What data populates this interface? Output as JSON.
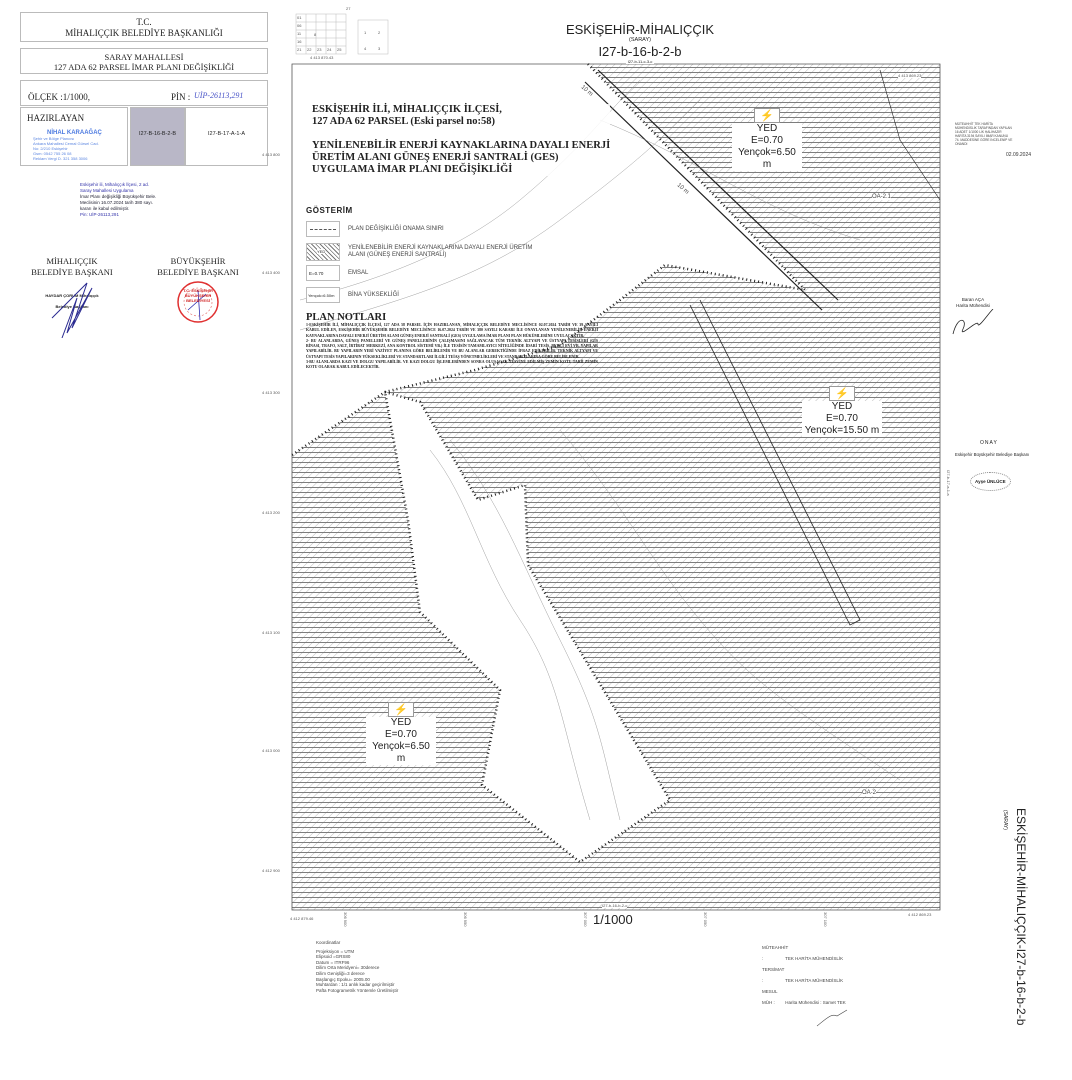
{
  "left_panel": {
    "header": {
      "line1": "T.C.",
      "line2": "MİHALIÇÇIK BELEDİYE BAŞKANLIĞI"
    },
    "subject": {
      "line1": "SARAY MAHALLESİ",
      "line2": "127 ADA 62 PARSEL İMAR PLANI DEĞİŞİKLİĞİ"
    },
    "scale_label": "ÖLÇEK :1/1000,",
    "pin_label": "PİN :",
    "pin_value": "UİP-26113,291",
    "prepared_by_label": "HAZIRLAYAN",
    "preparer_stamp": {
      "name": "NİHAL KARAAĞAÇ",
      "lines": [
        "Şehir ve Bölge Plancısı",
        "Ankara Mahallesi Cemal Gürsel Cad.",
        "No: 2/210 Eskişehir",
        "Gsm: 0542 755 26 08",
        "Reklam Vergi D. 321 358 3006"
      ]
    },
    "sheet_current": "I27-B-16-B-2-B",
    "sheet_adjacent": "I27-B-17-A-1-A",
    "approval_stamp": [
      "Eskişehir ili, Mihalıççık İlçesi, 2 ad.",
      "Saray Mahallesi Uygulama",
      "İmar Planı değişikliği Büyükşehir Bele.",
      "Meclisinin 16.07.2024 tarih 380 sayı.",
      "kararı ile kabul edilmiştir.",
      "Pin: UİP-26113,291"
    ],
    "signatures": [
      {
        "title1": "MİHALIÇÇIK",
        "title2": "BELEDİYE BAŞKANI",
        "stamp": "HAYDAR ÇORUM Mihalıççık Belediye Başkanı"
      },
      {
        "title1": "BÜYÜKŞEHİR",
        "title2": "BELEDİYE BAŞKANI",
        "stamp": "T.C. ESKİŞEHİR BÜYÜKŞEHİR BELEDİYESİ"
      }
    ]
  },
  "map": {
    "title": "ESKİŞEHİR-MİHALIÇÇIK",
    "subtitle": "(SARAY)",
    "sheet": "I27-b-16-b-2-b",
    "top_neighbor_sheet": "I27-b-11-c-3-c",
    "bottom_neighbor_sheet": "I27-b-16-b-2-c",
    "right_neighbor_sheet": "I27-b-17-a-1-a",
    "scale": "1/1000",
    "index_grid": {
      "row_labels": [
        "01",
        "06",
        "11",
        "16",
        "21"
      ],
      "col_labels": [
        "22",
        "23",
        "24",
        "25"
      ],
      "corner": "27",
      "cell": "8",
      "quad": [
        "1",
        "2",
        "4",
        "3"
      ],
      "coord": "4 413 870.43"
    },
    "coords": {
      "top_right": "4 413 869.23",
      "bottom_left": "4 412 879.46",
      "bottom_right": "4 412 869.23"
    },
    "left_ticks": [
      "4 413 800",
      "4 413 400",
      "4 413 300",
      "4 413 200",
      "4 413 100",
      "4 413 000",
      "4 412 900"
    ],
    "bottom_ticks": [
      "306 900",
      "306 950",
      "307 000",
      "307 050",
      "307 100"
    ],
    "plan_title": {
      "line1": "ESKİŞEHİR İLİ, MİHALIÇÇIK İLÇESİ,",
      "line2": "127 ADA 62 PARSEL (Eski parsel no:58)",
      "line3": "YENİLENEBİLİR ENERJİ KAYNAKLARINA DAYALI ENERJİ",
      "line4": "ÜRETİM ALANI GÜNEŞ ENERJİ SANTRALİ (GES)",
      "line5": "UYGULAMA İMAR PLANI DEĞİŞİKLİĞİ"
    },
    "legend": {
      "title": "GÖSTERİM",
      "items": [
        {
          "sample": "",
          "label": "PLAN DEĞİŞİKLİĞİ ONAMA SINIRI"
        },
        {
          "sample": "YED",
          "label": "YENİLENEBİLİR ENERJİ KAYNAKLARINA DAYALI ENERJİ ÜRETİM ALANI (GÜNEŞ ENERJİ SANTRALİ)"
        },
        {
          "sample": "E=0.70",
          "label": "EMSAL"
        },
        {
          "sample": "Yençok=6.50m",
          "label": "BİNA YÜKSEKLİĞİ"
        }
      ]
    },
    "notes": {
      "title": "PLAN NOTLARI",
      "items": [
        "1-ESKİŞEHİR İLİ, MİHALIÇÇIK İLÇESİ, 127 ADA 58 PARSEL İÇİN HAZIRLANAN, MİHALIÇÇIK BELEDİYE MECLİSİNCE 02.07.2024 TARİH VE 39 SAYILI KABUL EDİLEN, ESKİŞEHİR BÜYÜKŞEHİR BELEDİYE MECLİSİNCE 16.07.2024 TARİH VE 380 SAYILI KARARI İLE ONAYLANAN YENİLENEBİLİR ENERJİ KAYNAKLARINA DAYALI ENERJİ ÜRETİM ALANI GÜNEŞ ENERJİ SANTRALİ (GES) UYGULAMA İMAR PLANI PLAN HÜKÜMLERİNE UYULACAKTIR.",
        "2- BU ALANLARDA, GÜNEŞ PANELLERİ VE GÜNEŞ PANELLERİNİN ÇALIŞMASINI SAĞLAYACAK TÜM TEKNİK ALTYAPI VE ÜSTYAPI TESİSLERİ (GİS BİNASI, TRAFO, SALT, İRTİBAT MERKEZİ, ANA KONTROL SİSTEMİ VB.) İLE TESİSİN TAMAMLAYICI NİTELİĞİNDE İDARİ TESİS, BEKÇİ EVİ VB. YAPILAR YAPILABİLİR. BU YAPILARIN YERİ VAZİYET PLANINA GÖRE BELİRLENİR VE BU ALANLAR GEREKTİĞİNDE İFRAZ EDİLEBİLİR. TEKNİK ALTYAPI VE ÜSTYAPI TESİS YAPILARININ YÜKSEKLİKLERİ VE STANDARTLARI İLGİLİ TEİAŞ YÖNETMELİKLERİ VE STANDARTLARINA GÖRE BELİRLENİR.",
        "3-BU ALANLARDA KAZI VE DOLGU YAPILABİLİR. VE KAZI DOLGU İŞLEMLERİNDEN SONRA OLUŞACAK TESVİYE EDİLMİŞ ZEMİN KOTU TABİİ ZEMİN KOTU OLARAK KABUL EDİLECEKTİR."
      ]
    },
    "zones": [
      {
        "code": "YED",
        "emsal": "E=0.70",
        "height": "Yençok=6.50 m"
      },
      {
        "code": "YED",
        "emsal": "E=0.70",
        "height": "Yençok=15.50 m"
      },
      {
        "code": "YED",
        "emsal": "E=0.70",
        "height": "Yençok=6.50 m"
      }
    ],
    "road_labels": [
      "10 m",
      "10 m"
    ],
    "point_labels": [
      "OA-2.1",
      "OA-2"
    ]
  },
  "right_panel": {
    "certification": "MÜTEAHHİT TEK HARİTA MÜHENDİSLİK TARAFINDAN YAPILAN 16 ADET 1/1000 LİK HALİHAZIR HARİTA 3194 SAYILI İMAR KANUNU 74. MADDESİNE GÖRE İNCELENİP VE ONANDI",
    "date": "02.09.2024",
    "engineer_name": "Baran AÇA",
    "engineer_title": "Harita Mühendisi",
    "approval_title": "ONAY",
    "approval_by": "Eskişehir Büyükşehir Belediye Başkanı",
    "approval_stamp": "Ayşe ÜNLÜCE",
    "vertical_title": "ESKİŞEHİR-MİHALIÇÇIK-I27-b-16-b-2-b",
    "vertical_subtitle": "(SARAY)"
  },
  "footer": {
    "coordinates_title": "Koordinatlar",
    "coordinates_lines": [
      "Projeksiyon = UTM",
      "Elipsoid =GRS80",
      "Datum = ITRF96",
      "Dilim Orta Meridyeni= 30derece",
      "Dilim Genişliği=3 derece",
      "Başlangıç Epoku= 2005.00",
      "Muhtardan : 1/1 anlık kadar geçirilmiştir",
      "Pafta Fotogrametrik Yöntemle Üretilmiştir"
    ],
    "contractor_label": "MÜTEAHHİT :",
    "contractor": "TEK HARİTA MÜHENDİSLİK",
    "producer_label": "TERSİMAT :",
    "producer": "TEK HARİTA MÜHENDİSLİK",
    "responsible_label": "MESUL MÜH :",
    "responsible": "Harita Mühendisi : Samet TEK"
  }
}
